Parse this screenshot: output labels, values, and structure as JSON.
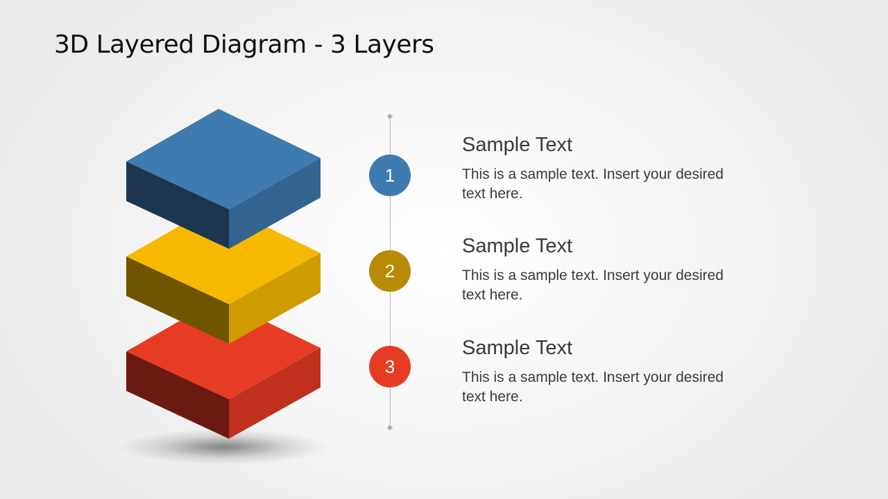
{
  "title": "3D Layered Diagram - 3 Layers",
  "layers": [
    {
      "number": "1",
      "heading": "Sample Text",
      "body": "This is a sample text. Insert your desired text here.",
      "badge_color": "#3e7bb0",
      "colors": {
        "top": "#3e7bb0",
        "left": "#1c364f",
        "right": "#33648f"
      }
    },
    {
      "number": "2",
      "heading": "Sample Text",
      "body": "This is a sample text. Insert your desired text here.",
      "badge_color": "#b88a06",
      "colors": {
        "top": "#f6b900",
        "left": "#6f5500",
        "right": "#cf9c00"
      }
    },
    {
      "number": "3",
      "heading": "Sample Text",
      "body": "This is a sample text. Insert your desired text here.",
      "badge_color": "#e63c23",
      "colors": {
        "top": "#e63c23",
        "left": "#6a1a10",
        "right": "#bf301d"
      }
    }
  ]
}
